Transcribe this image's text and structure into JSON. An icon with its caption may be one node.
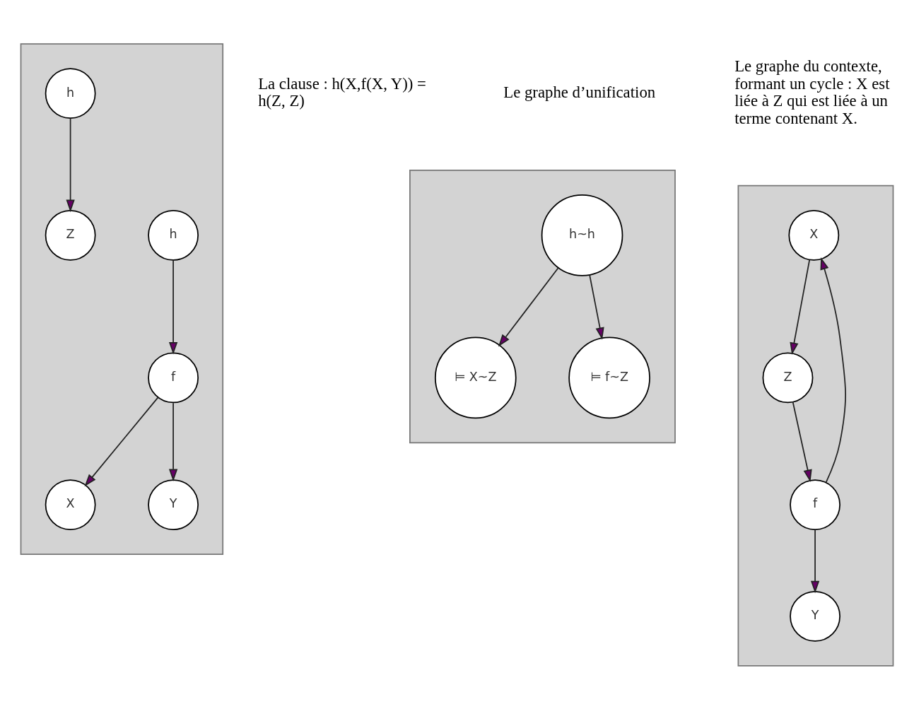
{
  "diagram": {
    "nodes": [
      {
        "text": [],
        "shape": "box"
      },
      {
        "text": [
          "h"
        ],
        "in": 0
      },
      {
        "text": [
          "h"
        ],
        "in": 0
      },
      {
        "text": [
          "f"
        ],
        "in": 0
      },
      {
        "text": [
          "Z"
        ],
        "in": 0
      },
      {
        "text": [
          "X"
        ],
        "in": 0
      },
      {
        "text": [
          "Y"
        ],
        "in": 0
      },
      {
        "text": [],
        "shape": "box"
      },
      {
        "text": [
          "h~h"
        ],
        "in": 7
      },
      {
        "text": [
          "⊨ X~Z"
        ],
        "in": 7
      },
      {
        "text": [
          "⊨ f~Z"
        ],
        "in": 7
      },
      {
        "text": [],
        "shape": "box"
      },
      {
        "text": [
          "X"
        ],
        "in": 11
      },
      {
        "text": [
          "Z"
        ],
        "in": 11
      },
      {
        "text": [
          "f"
        ],
        "in": 11
      },
      {
        "text": [
          "Y"
        ],
        "in": 11
      }
    ],
    "edges": [
      {
        "from": 1,
        "to": 3,
        "arrow": "to"
      },
      {
        "from": 3,
        "to": 5,
        "arrow": "to"
      },
      {
        "from": 3,
        "to": 6,
        "arrow": "to"
      },
      {
        "from": 2,
        "to": 4,
        "arrow": "to"
      },
      {
        "from": 8,
        "to": 9,
        "arrow": "to"
      },
      {
        "from": 8,
        "to": 10,
        "arrow": "to"
      },
      {
        "from": 12,
        "to": 13,
        "arrow": "to"
      },
      {
        "from": 13,
        "to": 14,
        "arrow": "to"
      },
      {
        "from": 14,
        "to": 12,
        "arrow": "to"
      },
      {
        "from": 14,
        "to": 15,
        "arrow": "to"
      }
    ],
    "labels": [
      "La clause : h(X,f(X, Y)) = h(Z, Z)",
      "Le graphe d’unification",
      "Le graphe du contexte, formant un cycle : X est liée à Z qui est liée à un terme contenant X."
    ]
  }
}
